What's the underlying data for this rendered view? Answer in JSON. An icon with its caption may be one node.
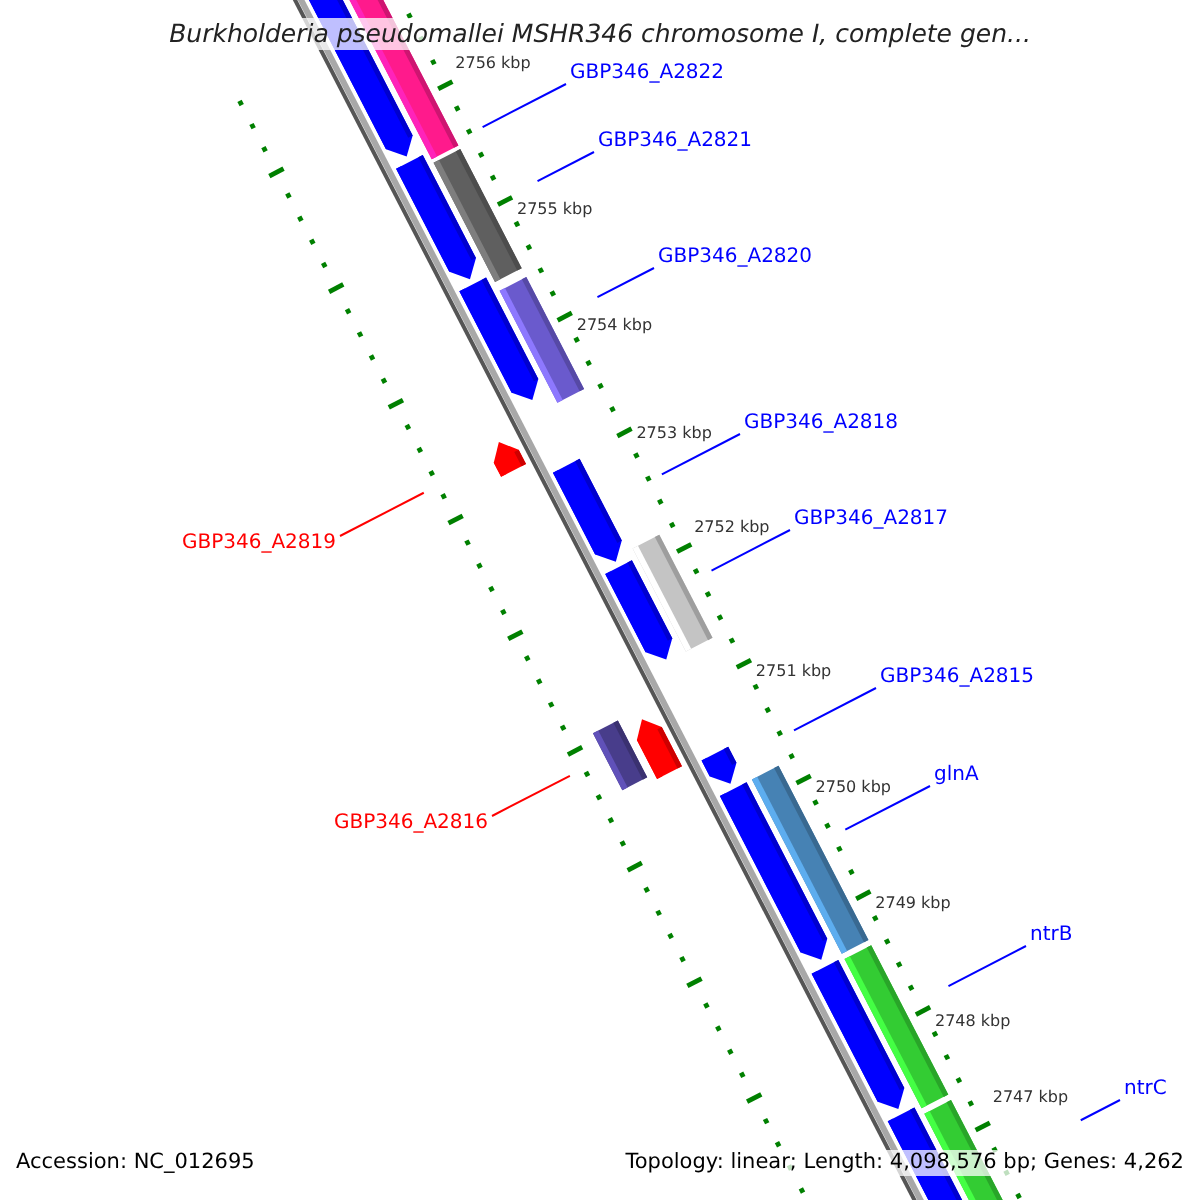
{
  "diagram": {
    "title": "Burkholderia pseudomallei MSHR346 chromosome I, complete gen...",
    "nodes": [
      {
        "text": [
          "GBP346_A2822"
        ]
      },
      {
        "text": [
          "GBP346_A2821"
        ]
      },
      {
        "text": [
          "GBP346_A2820"
        ]
      },
      {
        "text": [
          "GBP346_A2818"
        ]
      },
      {
        "text": [
          "GBP346_A2817"
        ]
      },
      {
        "text": [
          "GBP346_A2819"
        ]
      },
      {
        "text": [
          "GBP346_A2815"
        ]
      },
      {
        "text": [
          "glnA"
        ]
      },
      {
        "text": [
          "GBP346_A2816"
        ]
      },
      {
        "text": [
          "ntrB"
        ]
      },
      {
        "text": [
          "ntrC"
        ]
      }
    ],
    "edges": [
      {
        "from": 0,
        "to": null,
        "arrow": "none"
      },
      {
        "from": 1,
        "to": null,
        "arrow": "none"
      },
      {
        "from": 2,
        "to": null,
        "arrow": "none"
      },
      {
        "from": 3,
        "to": null,
        "arrow": "none"
      },
      {
        "from": 4,
        "to": null,
        "arrow": "none"
      },
      {
        "from": 5,
        "to": null,
        "arrow": "none",
        "color": "#ff0000"
      },
      {
        "from": 6,
        "to": null,
        "arrow": "none"
      },
      {
        "from": 7,
        "to": null,
        "arrow": "none"
      },
      {
        "from": 8,
        "to": null,
        "arrow": "none",
        "color": "#ff0000"
      },
      {
        "from": 9,
        "to": null,
        "arrow": "none"
      },
      {
        "from": 10,
        "to": null,
        "arrow": "none"
      }
    ],
    "labels": [
      "2756 kbp",
      "2755 kbp",
      "2754 kbp",
      "2753 kbp",
      "2752 kbp",
      "2751 kbp",
      "2750 kbp",
      "2749 kbp",
      "2748 kbp",
      "2747 kbp",
      "Accession: NC_012695",
      "Topology: linear; Length: 4,098,576 bp; Genes: 4,262"
    ]
  }
}
